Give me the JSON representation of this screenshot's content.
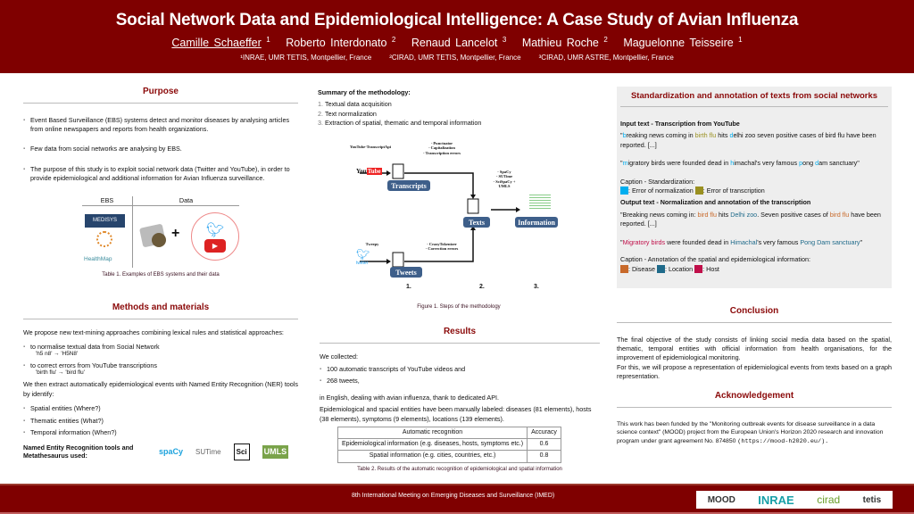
{
  "header": {
    "title": "Social Network Data and Epidemiological Intelligence: A Case Study of Avian Influenza",
    "authors": [
      {
        "name": "Camille Schaeffer",
        "sup": "1"
      },
      {
        "name": "Roberto Interdonato",
        "sup": "2"
      },
      {
        "name": "Renaud Lancelot",
        "sup": "3"
      },
      {
        "name": "Mathieu Roche",
        "sup": "2"
      },
      {
        "name": "Maguelonne Teisseire",
        "sup": "1"
      }
    ],
    "affiliations": [
      "¹INRAE, UMR TETIS, Montpellier, France",
      "²CIRAD, UMR TETIS, Montpellier, France",
      "³CIRAD, UMR ASTRE, Montpellier, France"
    ]
  },
  "purpose": {
    "title": "Purpose",
    "bullets": [
      "Event Based Surveillance (EBS) systems detect and monitor diseases by analysing articles from online newspapers and reports from health organizations.",
      "Few data from social networks are analysing by EBS.",
      "The purpose of this study is to exploit social network data (Twitter and YouTube), in order to provide epidemiological and additional information for Avian Influenza surveillance."
    ],
    "table_headers": [
      "EBS",
      "Data"
    ],
    "logos": [
      "MEDISYS",
      "HealthMap"
    ],
    "plus": "+",
    "caption": "Table 1. Examples of EBS systems and their data"
  },
  "methods": {
    "title": "Methods and materials",
    "intro": "We propose new text-mining approaches combining lexical rules and statistical approaches:",
    "bullets": [
      {
        "text": "to normalise textual data from Social Network",
        "sub": "'h5 n8' → 'H5N8'"
      },
      {
        "text": "to correct errors from YouTube transcriptions",
        "sub": "'birth flu' → 'bird flu'"
      }
    ],
    "ner_intro": "We then extract automatically epidemiological events with Named Entity Recognition (NER) tools by identify:",
    "entities": [
      "Spatial entities (Where?)",
      "Thematic entities (What?)",
      "Temporal information (When?)"
    ],
    "tools_label": "Named Entity Recognition tools and Metathesaurus used:",
    "tools": [
      "spaCy",
      "SUTime",
      "Sci",
      "UMLS"
    ]
  },
  "methodology": {
    "title": "Summary of the methodology:",
    "steps": [
      "Textual data acquisition",
      "Text normalization",
      "Extraction of spatial, thematic and temporal information"
    ],
    "diagram": {
      "youtube_api": "YouTube-TranscriptApi",
      "tweepy": "Tweepy",
      "transcripts": "Transcripts",
      "tweets": "Tweets",
      "texts": "Texts",
      "information": "Information",
      "norm_steps": "- Punctuator\n- Capitalization\n- Transcription errors",
      "tweet_steps": "- CrazyTokenizer\n- Correction errors",
      "ner_steps": "- SpaCy\n- SUTime\n- SciSpaCy +\nUMLS",
      "twitter": "twitter",
      "stage_labels": [
        "1.",
        "2.",
        "3."
      ]
    },
    "caption": "Figure 1. Steps of the methodology"
  },
  "results": {
    "title": "Results",
    "collected": "We collected:",
    "items": [
      "100 automatic transcripts of YouTube videos and",
      "268 tweets,"
    ],
    "english": "in English, dealing with avian influenza, thank to dedicated API.",
    "labeled": "Epidemiological and spacial entities have been manually labeled: diseases (81 elements), hosts (38 elements), symptoms (9 elements), locations (139 elements).",
    "table": {
      "headers": [
        "Automatic recognition",
        "Accuracy"
      ],
      "rows": [
        [
          "Epidemiological information (e.g. diseases, hosts, symptoms etc.)",
          "0.6"
        ],
        [
          "Spatial information (e.g. cities, countries, etc.)",
          "0.8"
        ]
      ]
    },
    "caption": "Table 2. Results of the automatic recognition of epidemiological and spatial information"
  },
  "standardization": {
    "title": "Standardization and annotation of texts from social networks",
    "input_title": "Input text - Transcription from YouTube",
    "caption1_title": "Caption - Standardization:",
    "caption1": [
      ": Error of normalization",
      ": Error of transcription"
    ],
    "output_title": "Output text - Normalization and annotation of the transcription",
    "caption2_title": "Caption - Annotation of the spatial and epidemiological information:",
    "caption2": [
      ": Disease",
      ": Location",
      ": Host"
    ]
  },
  "conclusion": {
    "title": "Conclusion",
    "p1": "The final objective of the study consists of linking social media data based on the spatial, thematic, temporal entities with official information from health organisations, for the improvement of epidemiological monitoring.",
    "p2": "For this, we will propose a representation of epidemiological events from texts based on a graph representation."
  },
  "acknowledgement": {
    "title": "Acknowledgement",
    "text": "This work has been funded by the \"Monitoring outbreak events for disease surveillance in a data science context\" (MOOD) project from the European Union's Horizon 2020 research and innovation program under grant agreement No. 874850 ",
    "url": "(https://mood-h2020.eu/)."
  },
  "footer": {
    "meeting": "8th International Meeting on Emerging Diseases and Surveillance (IMED)",
    "logos": [
      "MOOD",
      "INRAE",
      "cirad",
      "tetis"
    ]
  },
  "colors": {
    "brand": "#7f0000",
    "normalization": "#00aeef",
    "transcription": "#9a9020",
    "disease": "#c8692a",
    "location": "#1f6a8a",
    "host": "#c0104a"
  }
}
